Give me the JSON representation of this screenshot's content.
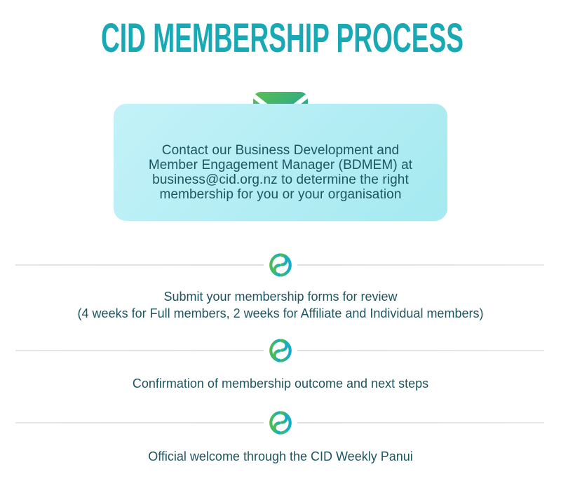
{
  "title": "CID MEMBERSHIP PROCESS",
  "colors": {
    "title_teal": "#18A9B4",
    "body_text_teal": "#1D5560",
    "card_bg_start": "#C3F2F8",
    "card_bg_end": "#A5E9F0",
    "divider_gray": "#E2E2E2",
    "gradient_green": "#55BC4A",
    "gradient_cyan": "#10AECB",
    "envelope_green": "#5BBE4E",
    "envelope_teal": "#0FA0A9"
  },
  "icons": {
    "envelope": "envelope-icon",
    "step_marker": "cid-logo-icon"
  },
  "contact_card": {
    "lines": [
      "Contact our Business Development and",
      "Member Engagement Manager (BDMEM) at",
      "business@cid.org.nz to determine the right",
      "membership for you or your organisation"
    ],
    "email": "business@cid.org.nz"
  },
  "steps": [
    {
      "lines": [
        "Submit your membership forms for review",
        "(4 weeks for Full members, 2 weeks for Affiliate and Individual members)"
      ]
    },
    {
      "lines": [
        "Confirmation of membership outcome and next steps"
      ]
    },
    {
      "lines": [
        "Official welcome through the CID Weekly Panui"
      ]
    }
  ]
}
